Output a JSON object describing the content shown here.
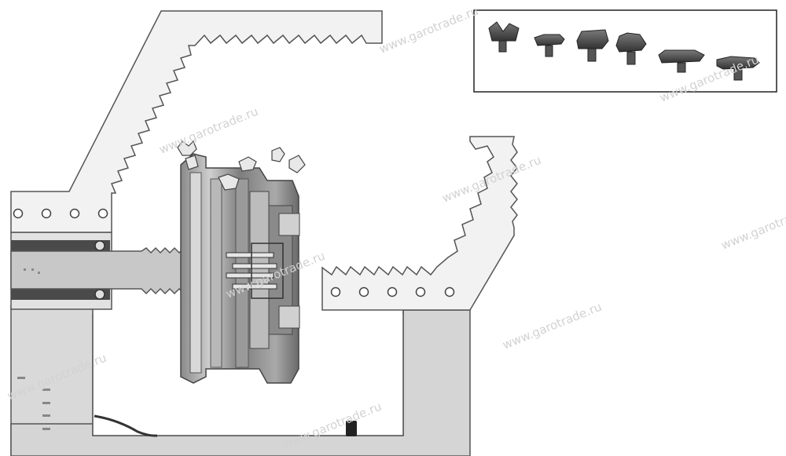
{
  "watermark": {
    "text": "www.garotrade.ru",
    "color": "#d0d0d0"
  },
  "colors": {
    "background": "#ffffff",
    "frame_fill": "#f2f2f2",
    "frame_stroke": "#555555",
    "shaft_fill": "#c4c4c4",
    "rim_dark": "#6f6f6f",
    "rim_mid": "#9a9a9a",
    "rim_light": "#bdbdbd",
    "adapter_fill": "#4e4e4e",
    "hole_fill": "#ffffff"
  },
  "adapter_inset": {
    "items": [
      "v-adapter",
      "flat-adapter",
      "tall-adapter",
      "curved-adapter",
      "long-flat-adapter",
      "long-curved-adapter"
    ]
  }
}
